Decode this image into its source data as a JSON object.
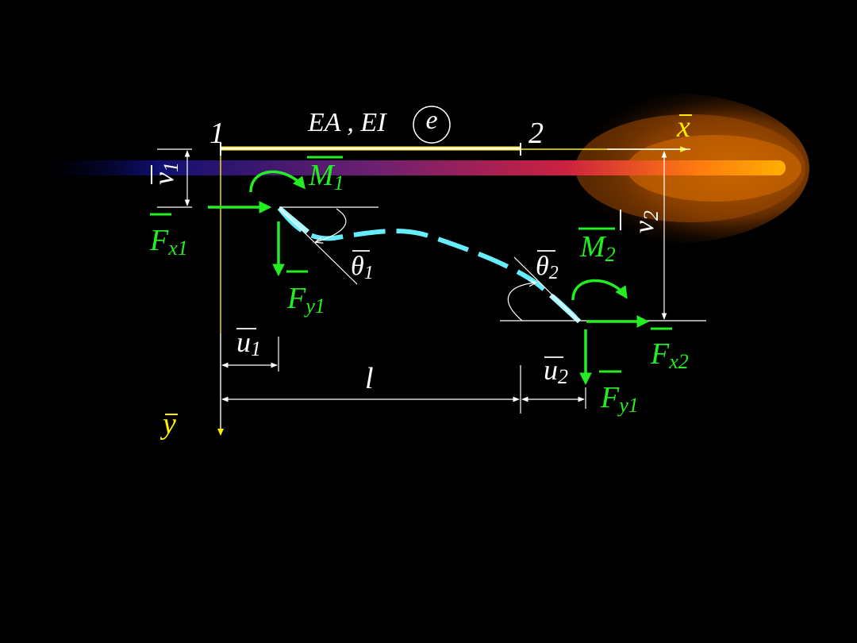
{
  "colors": {
    "background": "#000000",
    "force": "#22ee22",
    "deformed_beam": "#66eeff",
    "axis": "#ffee00",
    "beam": "#ffee66",
    "dimension": "#ffffff",
    "comet_core": "#ffaa00"
  },
  "labels": {
    "node1": "1",
    "node2": "2",
    "properties": "EA , EI",
    "element": "e",
    "x_axis": "x",
    "y_axis": "y",
    "v1": "v",
    "v1_sub": "1",
    "v2": "v",
    "v2_sub": "2",
    "m1": "M",
    "m1_sub": "1",
    "m2": "M",
    "m2_sub": "2",
    "fx1": "F",
    "fx1_sub": "x1",
    "fy1": "F",
    "fy1_sub": "y1",
    "fx2": "F",
    "fx2_sub": "x2",
    "fy2": "F",
    "fy2_sub": "y1",
    "theta1": "θ",
    "theta1_sub": "1",
    "theta2": "θ",
    "theta2_sub": "2",
    "u1": "u",
    "u1_sub": "1",
    "u2": "u",
    "u2_sub": "2",
    "length": "l"
  }
}
